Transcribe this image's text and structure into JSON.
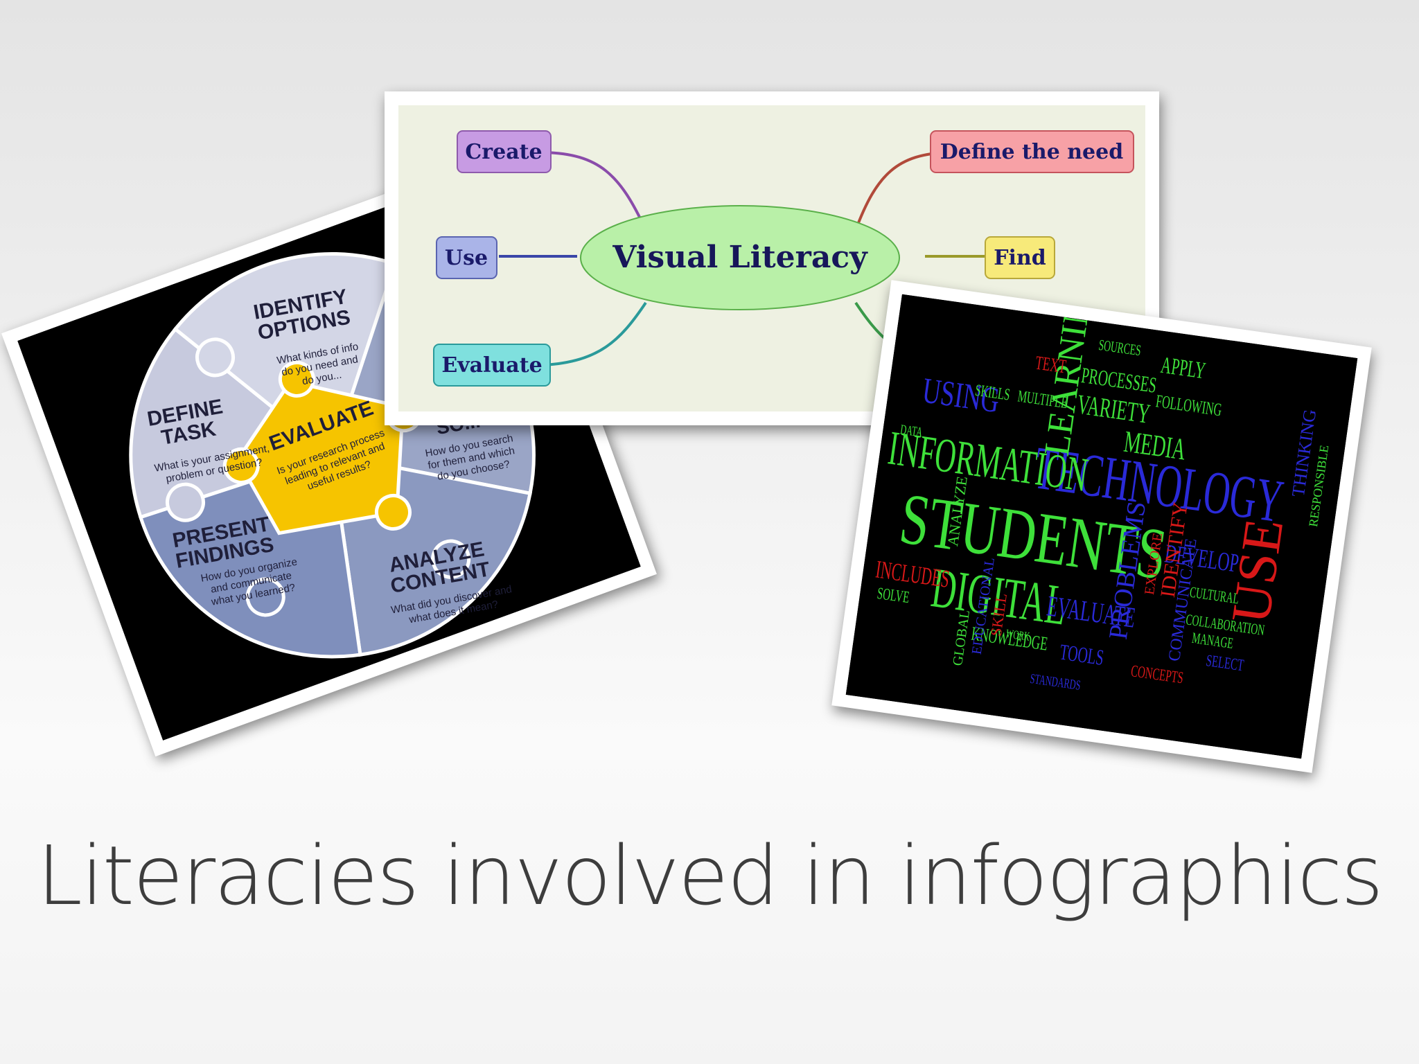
{
  "slide": {
    "title": "Literacies involved in infographics"
  },
  "puzzle": {
    "pieces": [
      {
        "heading": [
          "DEFINE",
          "TASK"
        ],
        "desc": [
          "What is your assignment,",
          "problem or question?"
        ],
        "color": "#c7cade"
      },
      {
        "heading": [
          "IDENTIFY",
          "OPTIONS"
        ],
        "desc": [
          "What kinds of info",
          "do you need and",
          "do you..."
        ],
        "color": "#d3d6e6"
      },
      {
        "heading": [
          "SO..."
        ],
        "desc": [
          "How do you search",
          "for them and which",
          "do you choose?"
        ],
        "color": "#9aa5c6"
      },
      {
        "heading": [
          "ANALYZE",
          "CONTENT"
        ],
        "desc": [
          "What did you discover and",
          "what does it mean?"
        ],
        "color": "#8b99c0"
      },
      {
        "heading": [
          "PRESENT",
          "FINDINGS"
        ],
        "desc": [
          "How do you organize",
          "and communicate",
          "what you learned?"
        ],
        "color": "#7f8fbc"
      },
      {
        "heading": [
          "EVALUATE"
        ],
        "desc": [
          "Is your research process",
          "leading to relevant and",
          "useful results?"
        ],
        "color": "#f6c400"
      }
    ]
  },
  "mindmap": {
    "center": "Visual Literacy",
    "nodes": {
      "create": "Create",
      "define": "Define the need",
      "use": "Use",
      "find": "Find",
      "evaluate": "Evaluate"
    },
    "colors": {
      "create": "#c79be3",
      "define": "#f7a1a6",
      "use": "#aab4e8",
      "find": "#f7ea7a",
      "evaluate": "#7fe0de",
      "center": "#b9f0a8"
    }
  },
  "wordcloud": {
    "words": {
      "students": "STUDENTS",
      "technology": "TECHNOLOGY",
      "information": "INFORMATION",
      "digital": "DIGITAL",
      "learning": "LEARNING",
      "use": "USE",
      "using": "USING",
      "media": "MEDIA",
      "variety": "VARIETY",
      "processes": "PROCESSES",
      "apply": "APPLY",
      "following": "FOLLOWING",
      "problems": "PROBLEMS",
      "develop": "DEVELOP",
      "includes": "INCLUDES",
      "skills": "SKILLS",
      "multiple": "MULTIPLE",
      "knowledge": "KNOWLEDGE",
      "evaluate": "EVALUATE",
      "tools": "TOOLS",
      "communicate": "COMMUNICATE",
      "collaboration": "COLLABORATION",
      "cultural": "CULTURAL",
      "select": "SELECT",
      "solve": "SOLVE",
      "analyze": "ANALYZE",
      "global": "GLOBAL",
      "concepts": "CONCEPTS",
      "sources": "SOURCES",
      "thinking": "THINKING",
      "text": "TEXT",
      "responsible": "RESPONSIBLE",
      "data": "DATA",
      "identify": "IDENTIFY",
      "manage": "MANAGE",
      "standards": "STANDARDS",
      "explore": "EXPLORE",
      "educational": "EDUCATIONAL",
      "skill": "SKILL",
      "work": "WORK"
    },
    "colors": {
      "green": "#3ee03a",
      "blue": "#2a2ad8",
      "red": "#d81818",
      "background": "#000000"
    }
  }
}
